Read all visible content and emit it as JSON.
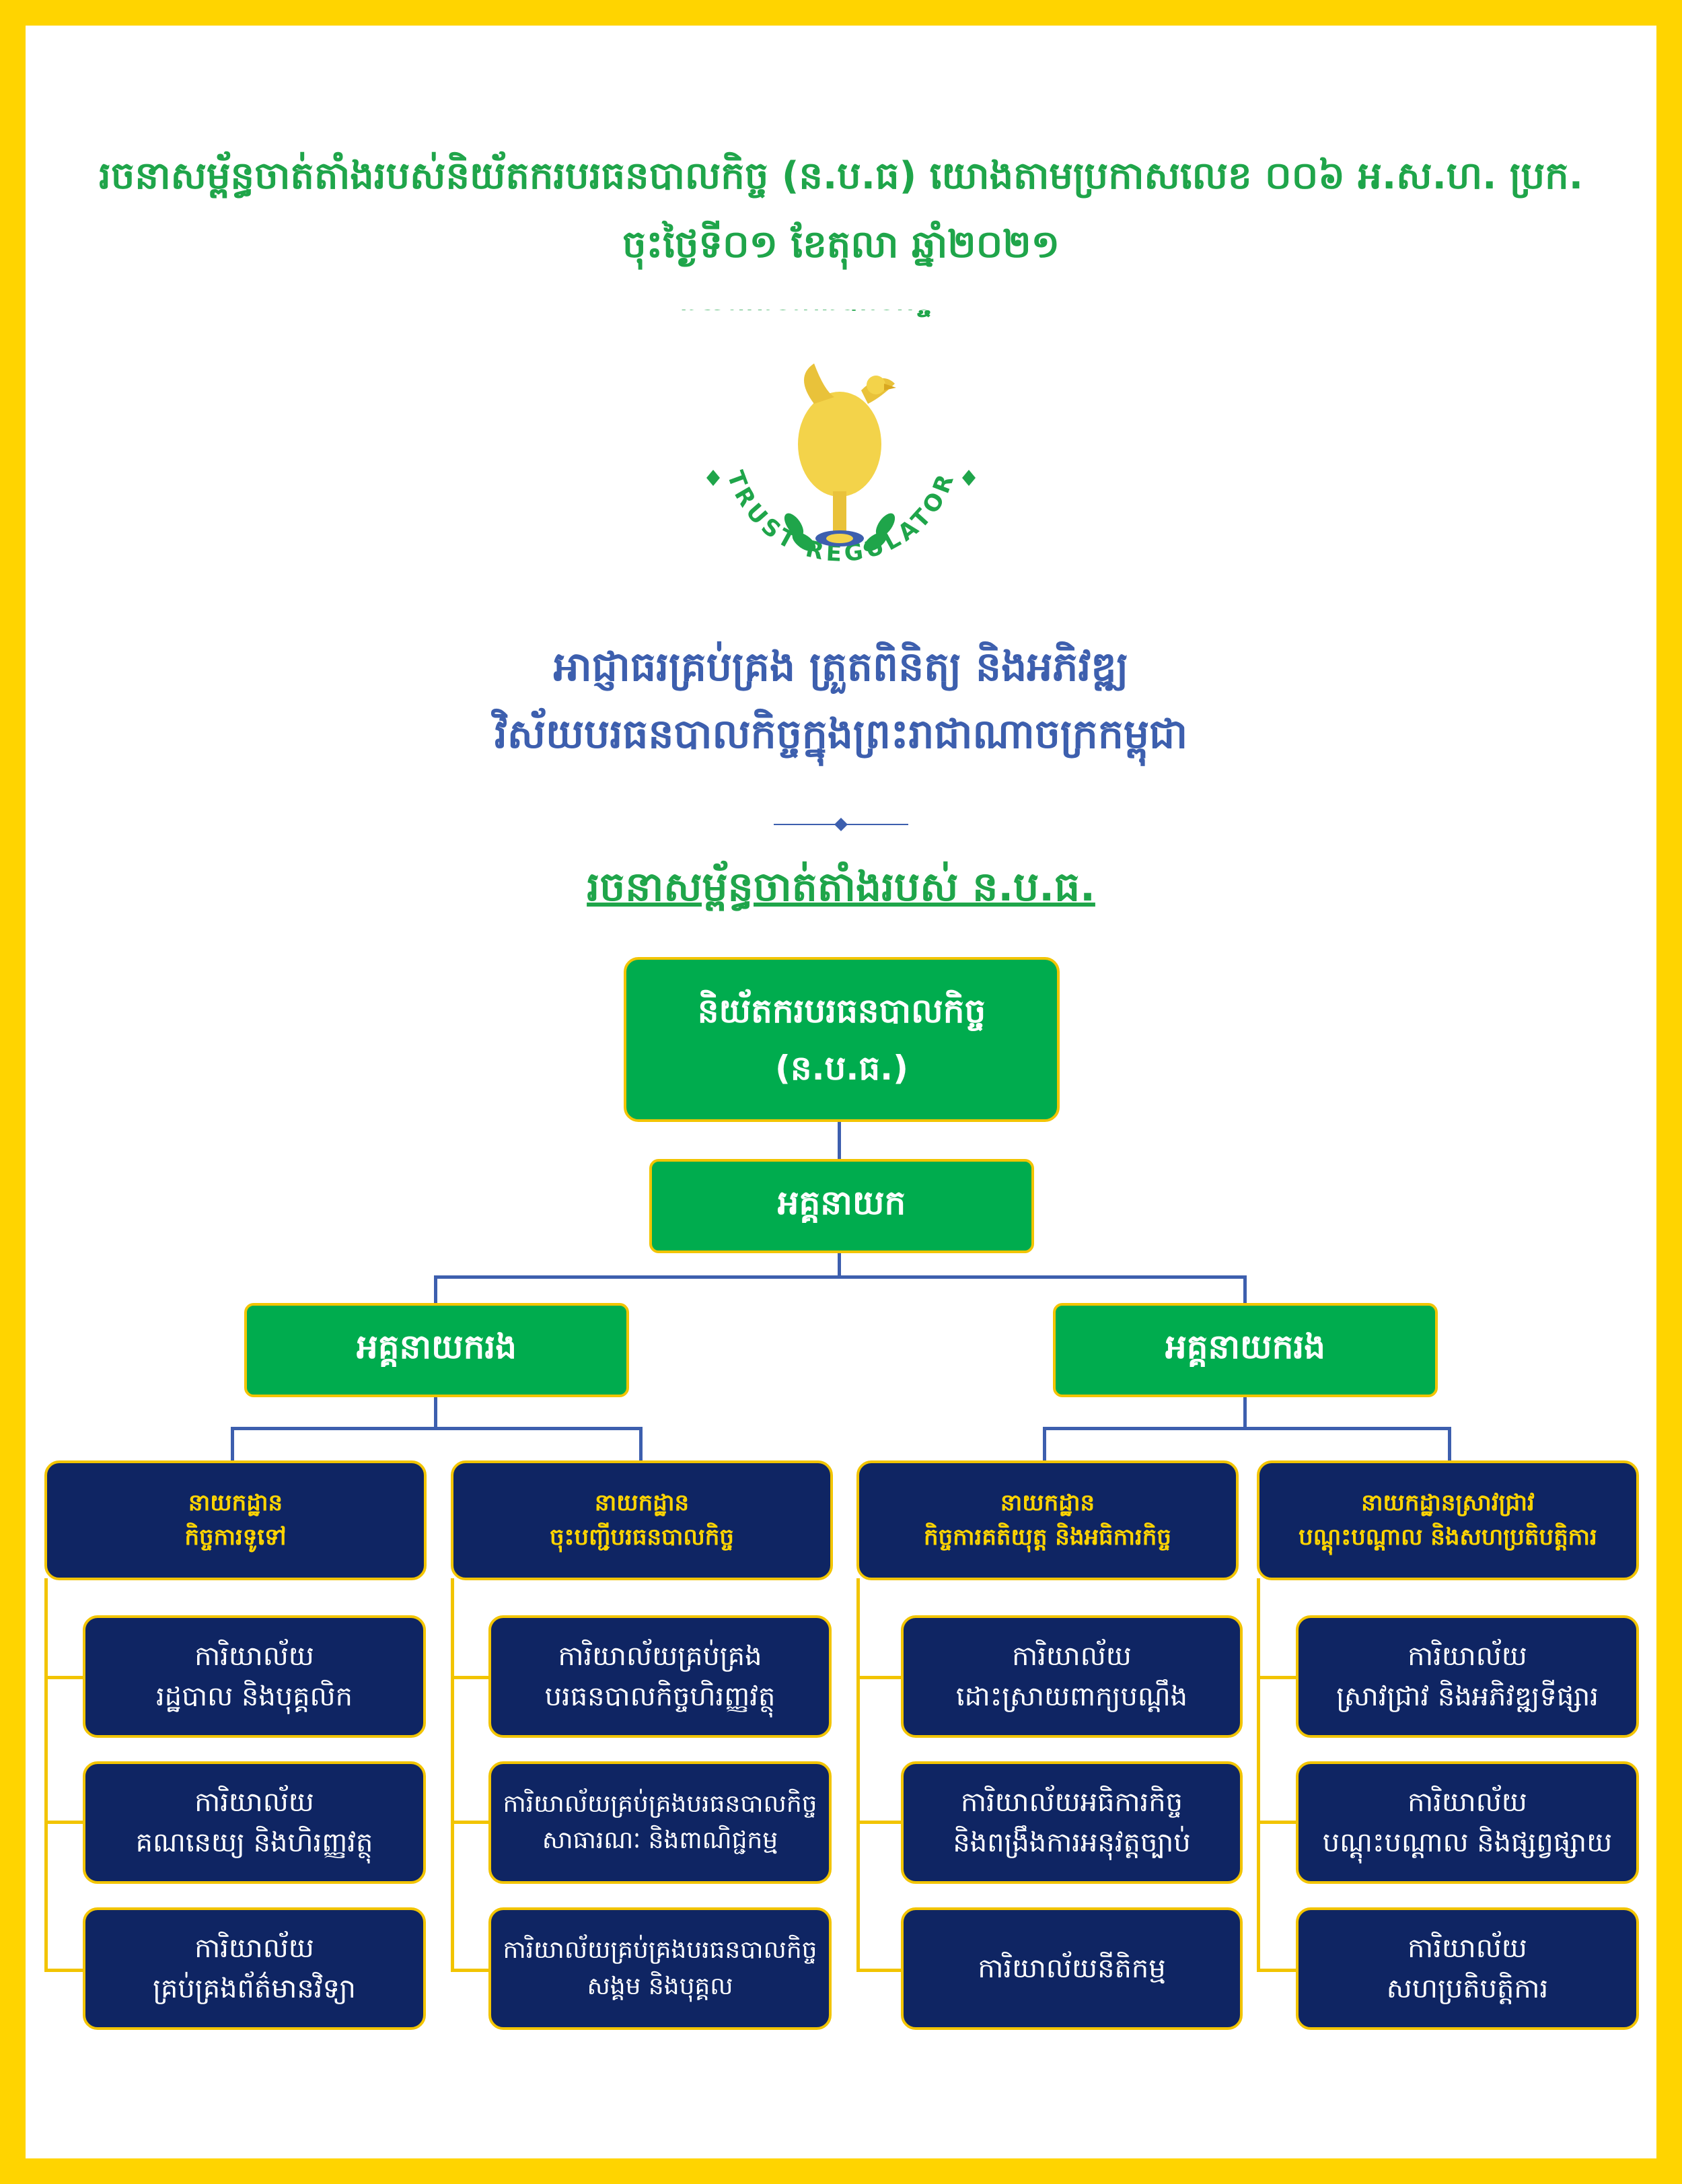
{
  "header": {
    "title_line1": "រចនាសម្ព័ន្ធចាត់តាំងរបស់និយ័តករបរធនបាលកិច្ច (ន.ប.ធ) យោងតាមប្រកាសលេខ ០០៦ អ.ស.ហ. ប្រក.",
    "title_line2": "ចុះថ្ងៃទី០១ ខែតុលា ឆ្នាំ២០២១"
  },
  "logo": {
    "arc_text": "និយ័តករបរធនបាលកិច្ច",
    "bottom_text": "TRUST REGULATOR",
    "icon": "golden-rooster-emblem"
  },
  "subtitle": {
    "line1": "អាជ្ញាធរគ្រប់គ្រង ត្រួតពិនិត្យ និងអភិវឌ្ឍ",
    "line2": "វិស័យបរធនបាលកិច្ចក្នុងព្រះរាជាណាចក្រកម្ពុជា"
  },
  "section_title": "រចនាសម្ព័ន្ធចាត់តាំងរបស់ ន.ប.ធ.",
  "org": {
    "top": {
      "line1": "និយ័តករបរធនបាលកិច្ច",
      "line2": "(ន.ប.ធ.)"
    },
    "director_general": "អគ្គនាយក",
    "deputies": [
      "អគ្គនាយករង",
      "អគ្គនាយករង"
    ],
    "departments": [
      {
        "line1": "នាយកដ្ឋាន",
        "line2": "កិច្ចការទូទៅ",
        "offices": [
          {
            "line1": "ការិយាល័យ",
            "line2": "រដ្ឋបាល និងបុគ្គលិក"
          },
          {
            "line1": "ការិយាល័យ",
            "line2": "គណនេយ្យ និងហិរញ្ញវត្ថុ"
          },
          {
            "line1": "ការិយាល័យ",
            "line2": "គ្រប់គ្រងព័ត៌មានវិទ្យា"
          }
        ]
      },
      {
        "line1": "នាយកដ្ឋាន",
        "line2": "ចុះបញ្ជីបរធនបាលកិច្ច",
        "offices": [
          {
            "line1": "ការិយាល័យគ្រប់គ្រង",
            "line2": "បរធនបាលកិច្ចហិរញ្ញវត្ថុ"
          },
          {
            "line1": "ការិយាល័យគ្រប់គ្រងបរធនបាលកិច្ច",
            "line2": "សាធារណៈ និងពាណិជ្ជកម្ម"
          },
          {
            "line1": "ការិយាល័យគ្រប់គ្រងបរធនបាលកិច្ច",
            "line2": "សង្គម និងបុគ្គល"
          }
        ]
      },
      {
        "line1": "នាយកដ្ឋាន",
        "line2": "កិច្ចការគតិយុត្ត និងអធិការកិច្ច",
        "offices": [
          {
            "line1": "ការិយាល័យ",
            "line2": "ដោះស្រាយពាក្យបណ្ដឹង"
          },
          {
            "line1": "ការិយាល័យអធិការកិច្ច",
            "line2": "និងពង្រឹងការអនុវត្តច្បាប់"
          },
          {
            "line1": "ការិយាល័យនីតិកម្ម",
            "line2": ""
          }
        ]
      },
      {
        "line1": "នាយកដ្ឋានស្រាវជ្រាវ",
        "line2": "បណ្តុះបណ្តាល និងសហប្រតិបត្តិការ",
        "offices": [
          {
            "line1": "ការិយាល័យ",
            "line2": "ស្រាវជ្រាវ និងអភិវឌ្ឍទីផ្សារ"
          },
          {
            "line1": "ការិយាល័យ",
            "line2": "បណ្តុះបណ្តាល និងផ្សព្វផ្សាយ"
          },
          {
            "line1": "ការិយាល័យ",
            "line2": "សហប្រតិបត្តិការ"
          }
        ]
      }
    ]
  },
  "colors": {
    "frame": "#FFD400",
    "green": "#00AC4E",
    "navy": "#0F2563",
    "connector_blue": "#3D5FAE",
    "connector_gold": "#F2C400",
    "title_green": "#1FA54A",
    "subtitle_blue": "#3D5FAE"
  }
}
